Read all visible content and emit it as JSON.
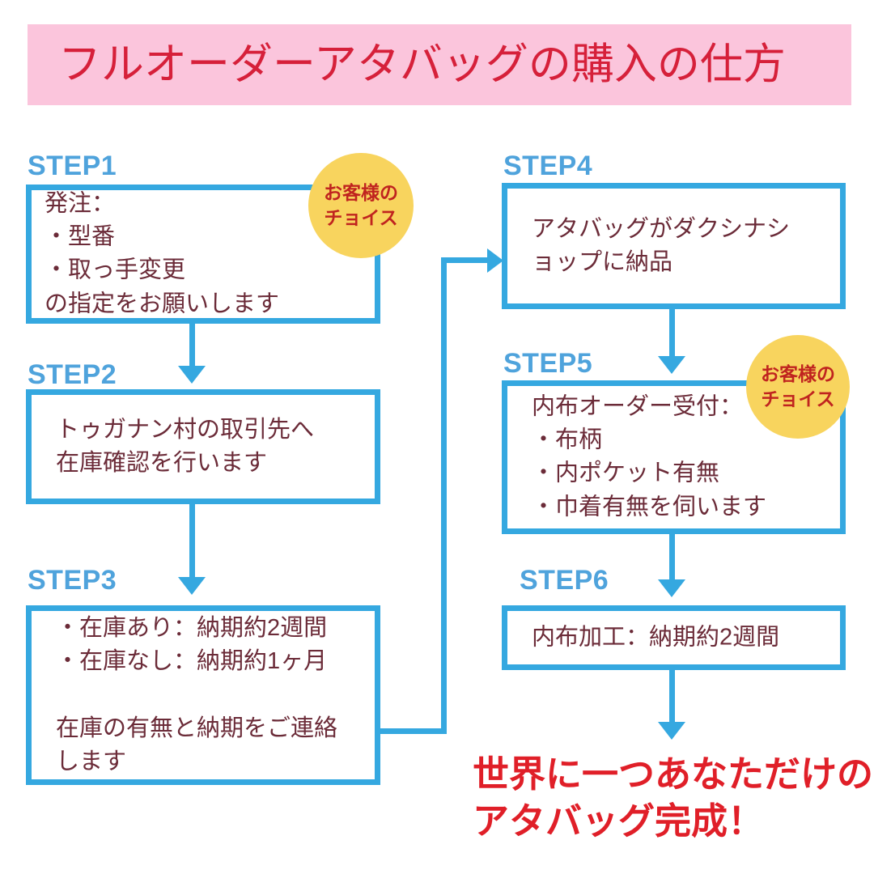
{
  "banner": {
    "title": "フルオーダーアタバッグの購入の仕方",
    "background_color": "#FBC5DC",
    "text_color": "#D6203A"
  },
  "theme": {
    "box_border_color": "#35A8E0",
    "step_label_color": "#4FA3DC",
    "body_text_color": "#6B2B38",
    "badge_fill_color": "#F8D45E",
    "badge_text_color": "#C0241F",
    "final_text_color": "#E01F28",
    "page_background": "#FFFFFF"
  },
  "steps": [
    {
      "id": "step1",
      "label": "STEP1",
      "body": "発注：\n・型番\n・取っ手変更\nの指定をお願いします"
    },
    {
      "id": "step2",
      "label": "STEP2",
      "body": "トゥガナン村の取引先へ\n在庫確認を行います"
    },
    {
      "id": "step3",
      "label": "STEP3",
      "body": "・在庫あり：納期約2週間\n・在庫なし：納期約1ヶ月\n\n在庫の有無と納期をご連絡\nします"
    },
    {
      "id": "step4",
      "label": "STEP4",
      "body": "アタバッグがダクシナシ\nョップに納品"
    },
    {
      "id": "step5",
      "label": "STEP5",
      "body": "内布オーダー受付：\n・布柄\n・内ポケット有無\n・巾着有無を伺います"
    },
    {
      "id": "step6",
      "label": "STEP6",
      "body": "内布加工：納期約2週間"
    }
  ],
  "badges": [
    {
      "id": "badge-step1",
      "line1": "お客様の",
      "line2": "チョイス"
    },
    {
      "id": "badge-step5",
      "line1": "お客様の",
      "line2": "チョイス"
    }
  ],
  "final_message": {
    "text": "世界に一つあなただけの\nアタバッグ完成！"
  }
}
